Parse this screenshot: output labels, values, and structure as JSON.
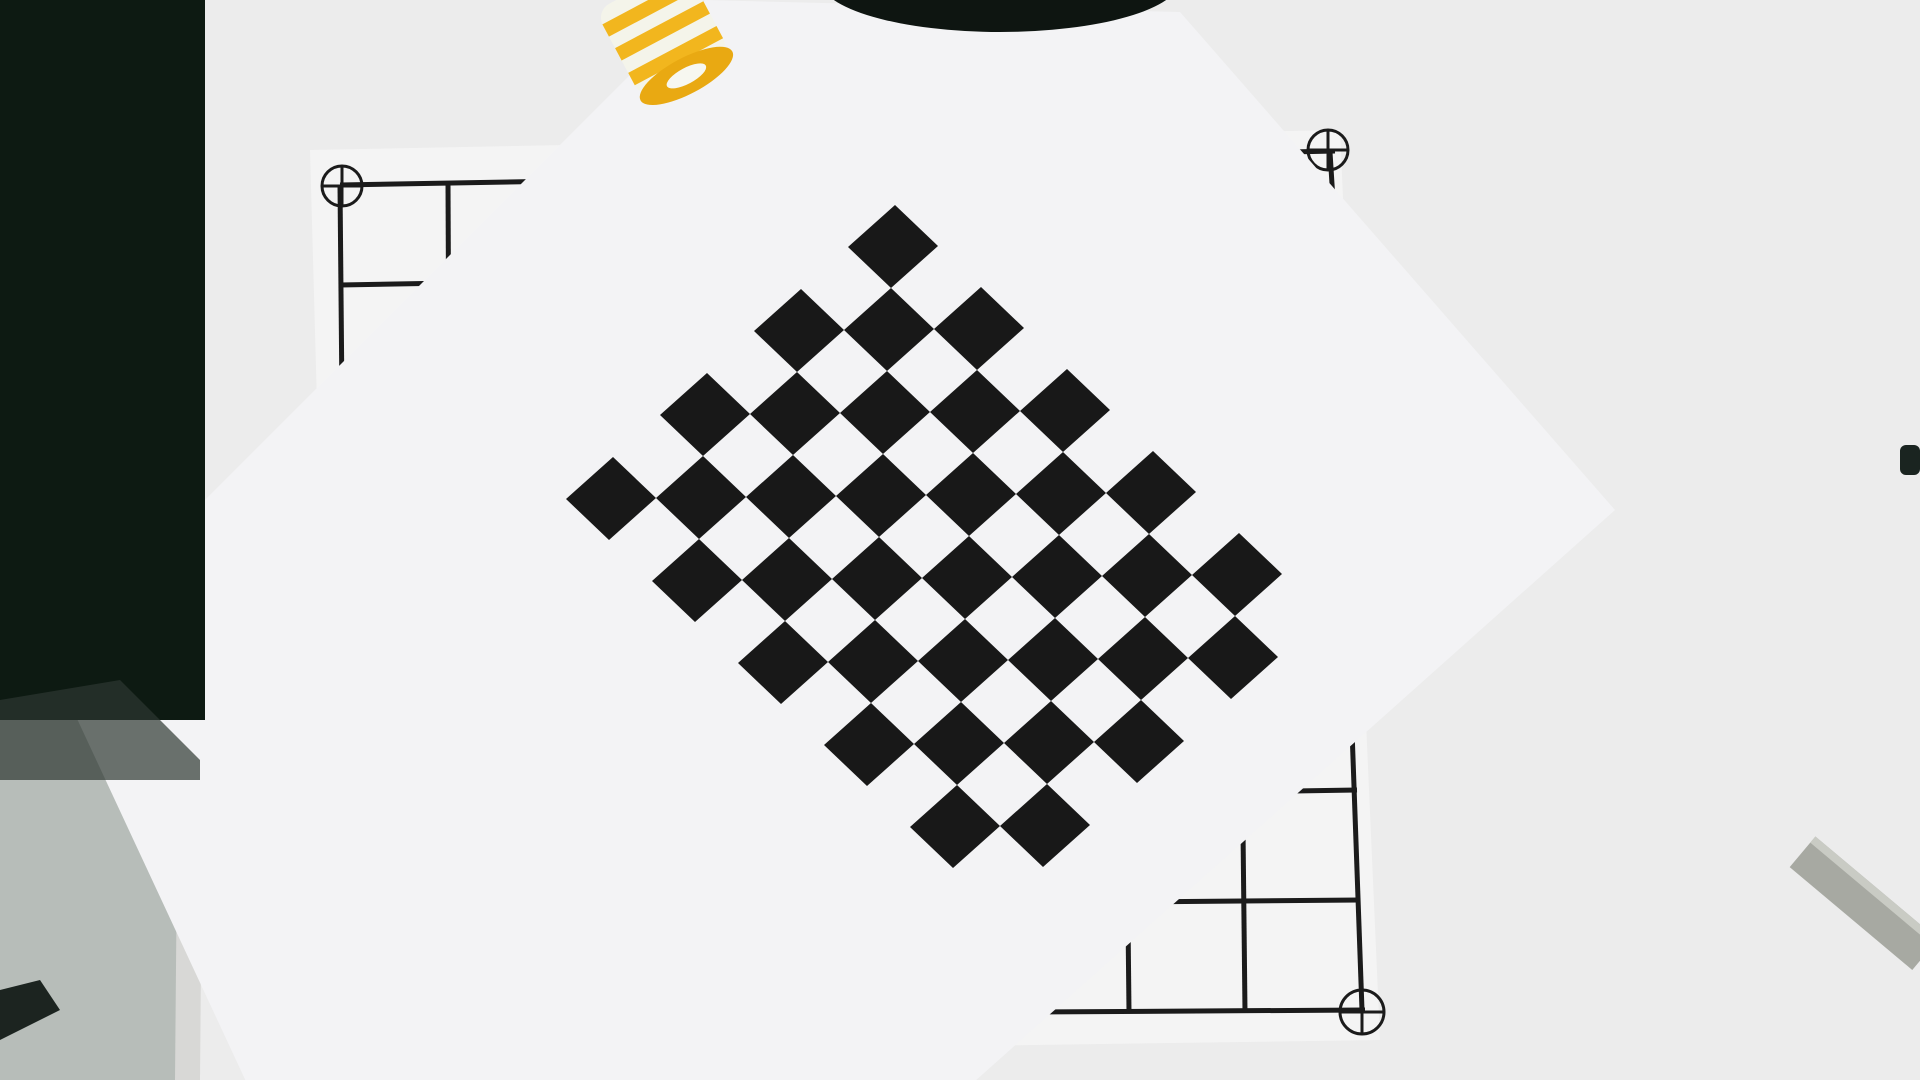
{
  "scene": {
    "description_tag": "photo",
    "colors": {
      "backdrop_dark": "#0f1d15",
      "floor": "#b9c0bd",
      "table": "#eeeeee",
      "calib_paper": "#f6f6f6",
      "grid_lines": "#1b1b1b",
      "checker_dark": "#181818",
      "top_sheet": "#f3f3f5",
      "tape_yellow": "#f2b61e",
      "tape_white": "#f4f4ea",
      "stapler_black": "#0e1511",
      "staples_silver": "#a7a9a2"
    },
    "checkerboard": {
      "rows": 7,
      "cols": 10
    },
    "objects": [
      "tape-roll",
      "stapler-base",
      "staples-strip",
      "fiducial-marker"
    ]
  }
}
